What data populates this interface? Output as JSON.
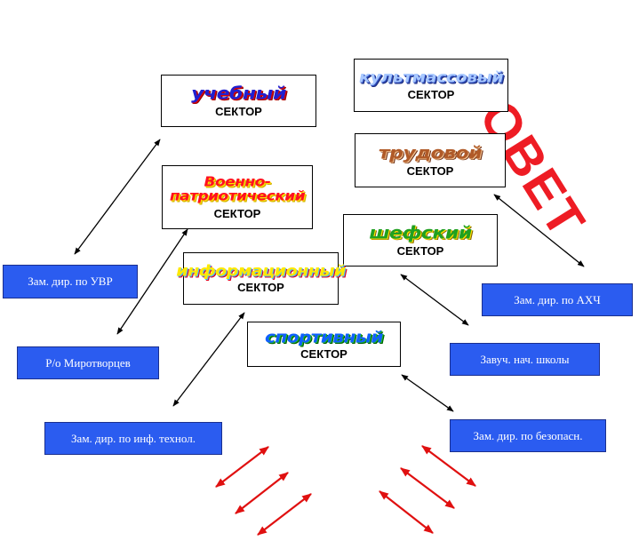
{
  "title": "СОВЕТ",
  "sectors": [
    {
      "id": "uchebny",
      "name": "учебный",
      "label": "СЕКТОР"
    },
    {
      "id": "kultmass",
      "name": "культмассовый",
      "label": "СЕКТОР"
    },
    {
      "id": "trudovoy",
      "name": "трудовой",
      "label": "СЕКТОР"
    },
    {
      "id": "voenno",
      "name": "Военно-патриотический",
      "label": "СЕКТОР"
    },
    {
      "id": "shefsky",
      "name": "шефский",
      "label": "СЕКТОР"
    },
    {
      "id": "inform",
      "name": "информационный",
      "label": "СЕКТОР"
    },
    {
      "id": "sport",
      "name": "спортивный",
      "label": "СЕКТОР"
    }
  ],
  "staff": {
    "uvr": "Зам. дир. по УВР",
    "mirotvortsy": "Р/о Миротворцев",
    "inf_tech": "Зам. дир. по инф. технол.",
    "ahch": "Зам. дир. по АХЧ",
    "nach_shkoly": "Завуч. нач. школы",
    "bezopasn": "Зам. дир. по безопасн."
  },
  "colors": {
    "staff_fill": "#2b5cf0",
    "title": "#ee1c24",
    "arrow": "#000000",
    "red_arrow": "#e01010"
  }
}
